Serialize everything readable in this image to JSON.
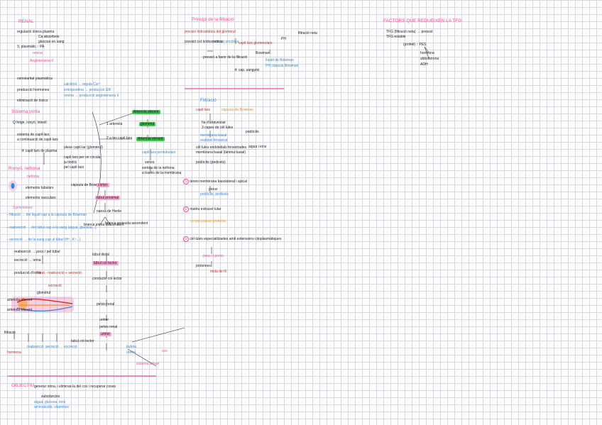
{
  "headings": {
    "renal": "RENAL",
    "principi": "Principi de la filtració",
    "factors": "FACTORS QUE REDUEIXEN LA TFG",
    "sistema": "Sistema porta",
    "ronyo": "Ronyó, nefrona",
    "filtracio": "Filtració",
    "objectiu": "OBJECTIU"
  },
  "renal_block": [
    "regulació iònica plasma",
    "Ca absorbeix",
    "glucosa en sang",
    "V, plasmàtic ↑ PA",
    "renina",
    "Angiotensina II"
  ],
  "renal_block2": [
    "osmolaritat plasmàtica",
    "producció hormones",
    "eliminació de tòxics",
    "calcitriol → regula Ca²⁺",
    "eritropoetina → producció GR",
    "renina → producció angiotensina II"
  ],
  "sistema_block": [
    "Q fetge, ronyó, intestí",
    "sistema de capil·lars",
    "a continuació de capil·lars",
    "④ capil·lars de plasma",
    "plexe capil·lar (glomèrul)",
    "capil·lars per on circula",
    "ja tindrà",
    "pel capil·lars"
  ],
  "cortex_block": [
    "1 arteriola",
    "2 a les capil·lars",
    "Arteriola aferent",
    "glomèrul",
    "Arteriola eferent",
    "capil·lars peritubulars",
    "venes",
    "sortida de la nefrona",
    "a través de la membrana"
  ],
  "nefrona_block": [
    "nefrona",
    "elements tubulars",
    "elements vasculars",
    "càpsula de Bowman",
    "còrtex",
    "túbul proximal",
    "nansa de Henle",
    "branca prima descendent",
    "branca gruixuda ascendent",
    "túbul distal",
    "túbul col·lector",
    "conducte col·lector",
    "pelvis renal",
    "urèter"
  ],
  "processes": [
    "3 processos:",
    "filtració → del líquid cap a la càpsula de Bowman",
    "reabsorció → del túbul cap a la sang (aigua, glucosa...)",
    "secreció → de la sang cap al túbul (H⁺, K⁺...)",
    "reabsorció → pocs i pel túbul",
    "excreció → orina",
    "producció d'orina",
    "filtrat - reabsorció + secreció",
    "excreció"
  ],
  "principi_block": [
    "pressió hidrostàtica del glomèrul",
    "pressió oncòtica",
    "pressió col·loïdosmòtica",
    "filtració neta",
    "capil·lars glomerulars",
    "pressió a favor de la filtració",
    "Bowman",
    "④ cap. sanguini",
    "PH",
    "líquid de Bowman",
    "PH càpsula Bowman"
  ],
  "filtracio_block": [
    "capil·lars",
    "càpsula de Bowman",
    "ha d'atravessar",
    "3 capes de cèl·lules",
    "membrana basal",
    "endoteli fenestrat",
    "podòcits",
    "aigua i ions",
    "cèl·lules endotelials fenestrades",
    "membrana basal (làmina basal)",
    "podòcits (pedicels)",
    "tenen membrana basolateral i apical",
    "porus",
    "podòcits, pedicels",
    "matriu extracel·lular",
    "no pot passar proteïna",
    "cèl·lules especialitzades amb extensions citoplasmàtiques",
    "peus o porus",
    "proteïnes",
    "mida de fil"
  ],
  "bottom_labels": [
    "arteriola aferent",
    "arteriola eferent",
    "glomèrul",
    "filtració",
    "reabsorció",
    "secreció",
    "excreció",
    "hormona",
    "tubul col·lector",
    "pelvis renal",
    "urèter",
    "bufeta",
    "uretra",
    "cos",
    "sistema urinari"
  ],
  "objective": {
    "line1": "generar orina, i eliminar-la del cos i recuperar coses",
    "line2": "substàncies",
    "line3": "aigua, glucosa, ions",
    "line4": "aminoàcids, vitamines"
  },
  "factors_block": [
    "TFG (filtració neta) → pressió",
    "TFG estable",
    "(profeit) ↑ PES",
    "hormona",
    "aldosterona",
    "ADH"
  ],
  "colors": {
    "grid": "#d7d9de",
    "pink": "#ea4f9a",
    "blue": "#3b88d6",
    "red": "#d4262b",
    "green": "#3ec54c",
    "orange": "#ef8f1f"
  }
}
